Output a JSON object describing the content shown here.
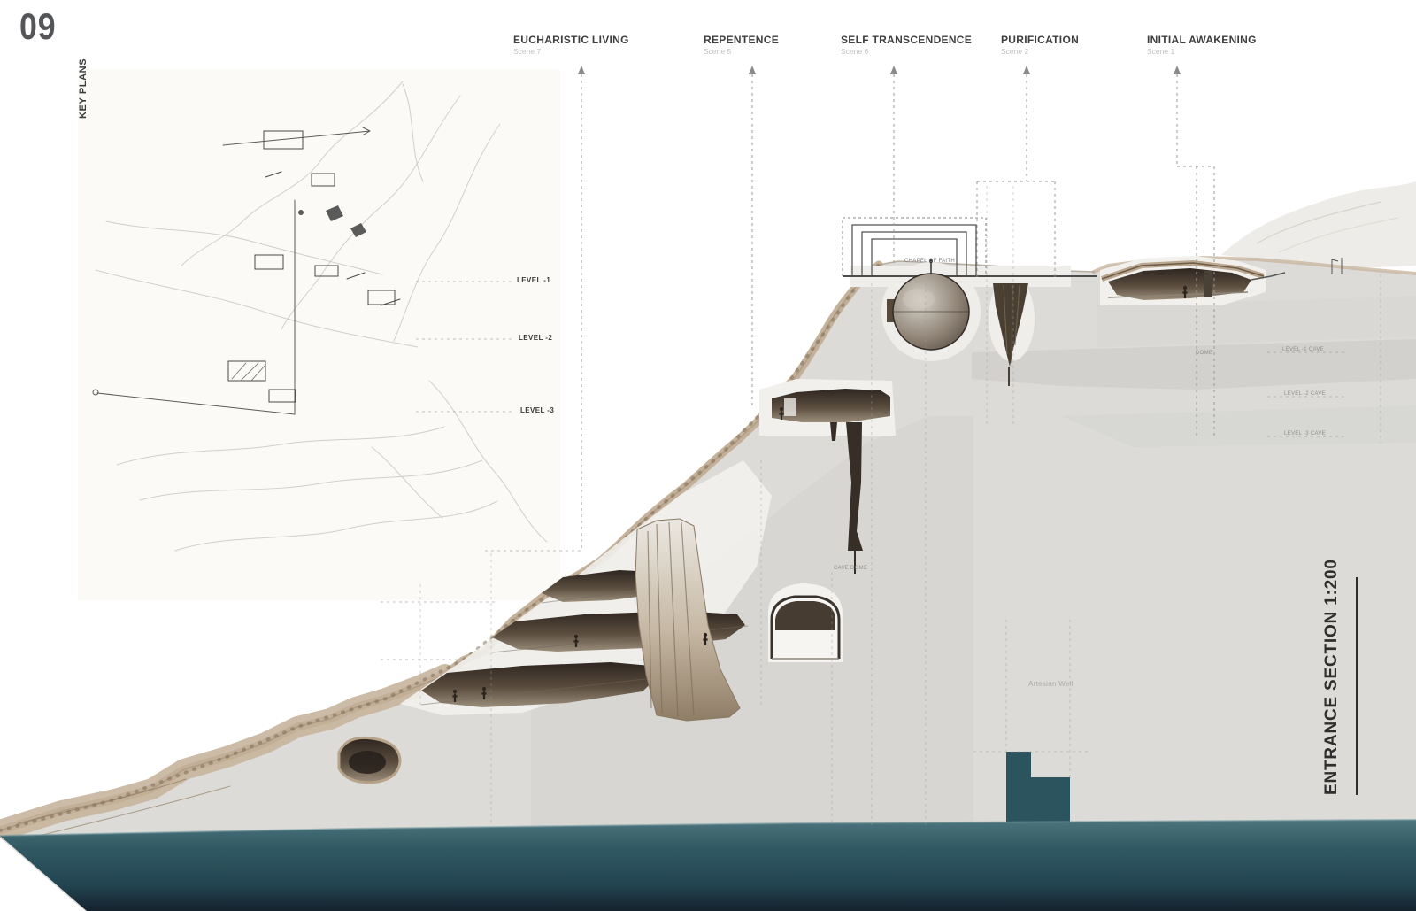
{
  "page": {
    "number": "09",
    "key_plans_label": "KEY PLANS",
    "section_label": "ENTRANCE SECTION  1:200"
  },
  "scenes": [
    {
      "title": "EUCHARISTIC LIVING",
      "subtitle": "Scene 7"
    },
    {
      "title": "REPENTENCE",
      "subtitle": "Scene 5"
    },
    {
      "title": "SELF TRANSCENDENCE",
      "subtitle": "Scene 6"
    },
    {
      "title": "PURIFICATION",
      "subtitle": "Scene 2"
    },
    {
      "title": "INITIAL AWAKENING",
      "subtitle": "Scene 1"
    }
  ],
  "key_plan_levels": [
    {
      "label": "LEVEL -1"
    },
    {
      "label": "LEVEL -2"
    },
    {
      "label": "LEVEL -3"
    }
  ],
  "annotations": {
    "chapel": "CHAPEL OF FAITH",
    "cave_dome": "CAVE DOME",
    "artesian_well": "Artesian Well",
    "dome": "DOME",
    "level1_cave": "LEVEL -1 CAVE",
    "level2_cave": "LEVEL -2 CAVE",
    "level3_cave": "LEVEL -3 CAVE"
  },
  "colors": {
    "rock_gray": "#dcdbd7",
    "sand": "#c2ae96",
    "cave_dark": "#2e2620",
    "water_top": "#4d757e",
    "water_bottom": "#16242f"
  }
}
